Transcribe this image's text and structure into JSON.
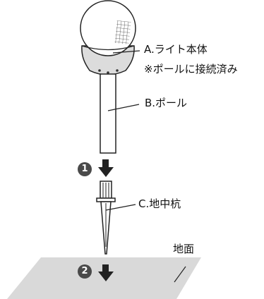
{
  "labels": {
    "light_body": "A.ライト本体",
    "light_note": "※ポールに接続済み",
    "pole": "B.ポール",
    "stake": "C.地中杭",
    "ground": "地面"
  },
  "steps": [
    "1",
    "2"
  ]
}
